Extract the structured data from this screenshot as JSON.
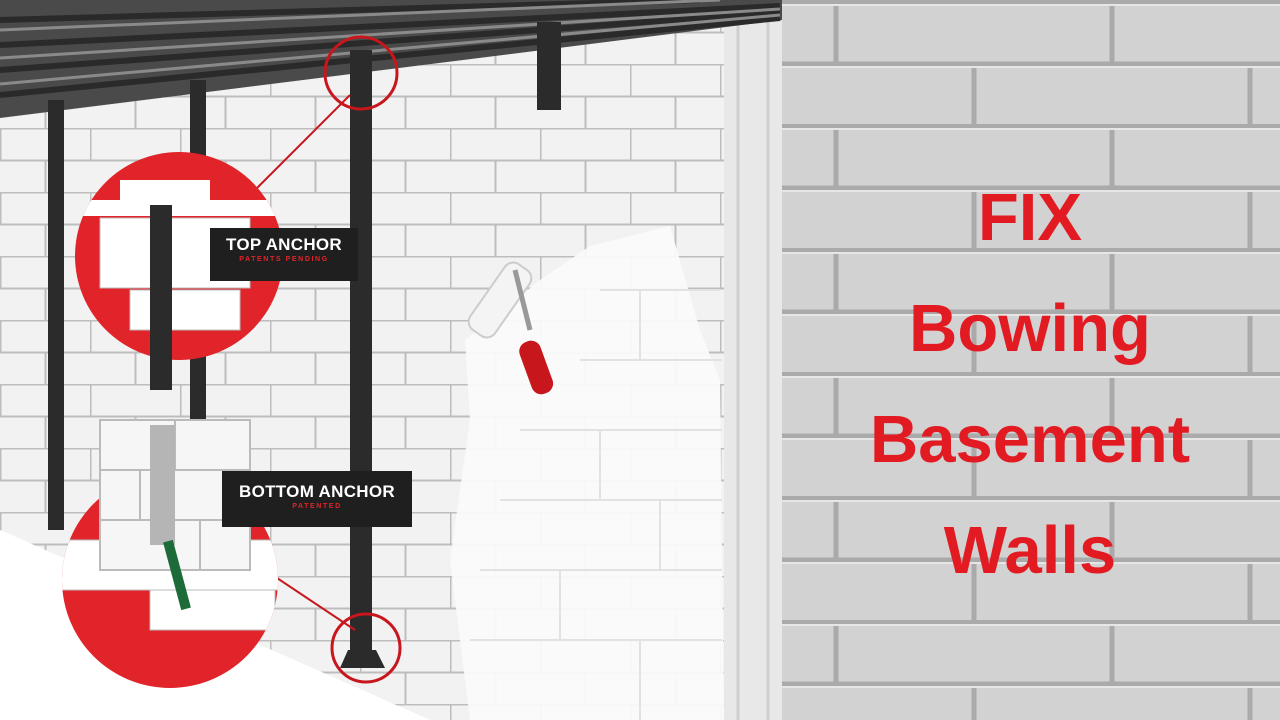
{
  "headline": {
    "line1": "FIX",
    "line2": "Bowing",
    "line3": "Basement",
    "line4": "Walls"
  },
  "top_anchor": {
    "title": "TOP ANCHOR",
    "subtitle": "PATENTS PENDING"
  },
  "bottom_anchor": {
    "title": "BOTTOM ANCHOR",
    "subtitle": "PATENTED"
  },
  "colors": {
    "accent_red": "#e21b23",
    "label_dark": "#1f1f1f",
    "anchor_bar": "#2b2b2b",
    "wall_gray": "#c9c9c9",
    "joist_dark": "#3a3a3a"
  }
}
